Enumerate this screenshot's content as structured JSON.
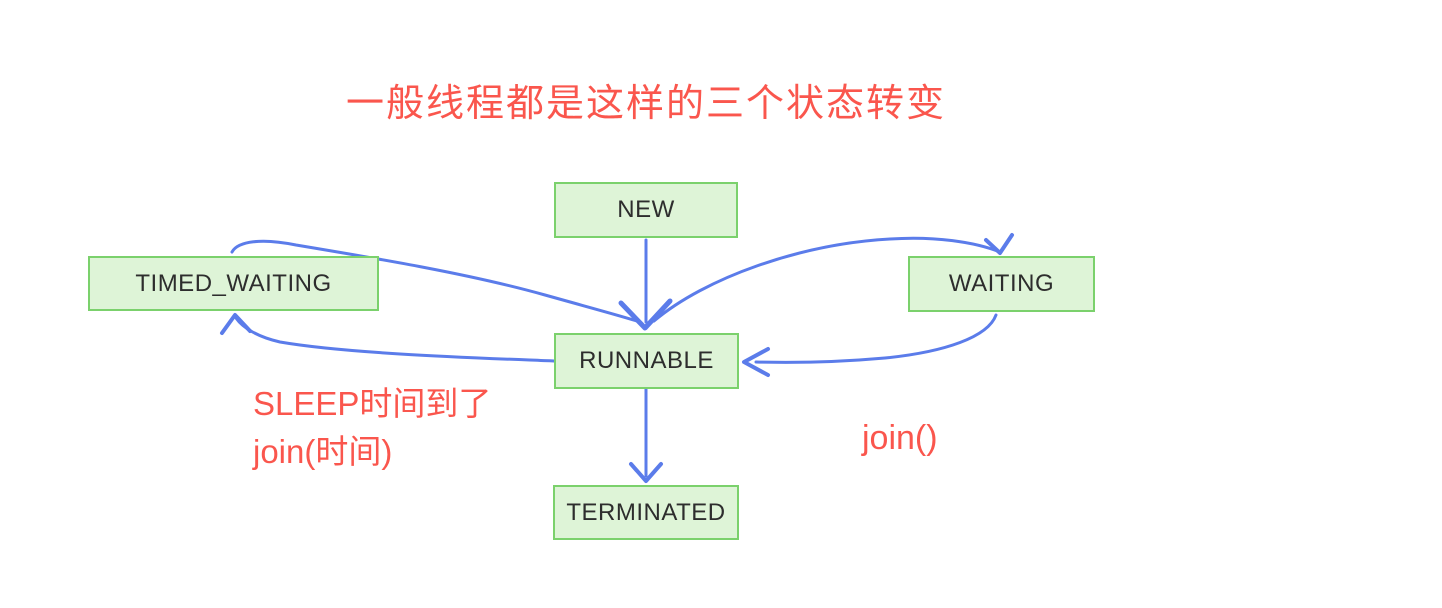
{
  "title": "一般线程都是这样的三个状态转变",
  "nodes": {
    "new": {
      "label": "NEW"
    },
    "timed_waiting": {
      "label": "TIMED_WAITING"
    },
    "waiting": {
      "label": "WAITING"
    },
    "runnable": {
      "label": "RUNNABLE"
    },
    "terminated": {
      "label": "TERMINATED"
    }
  },
  "edges": [
    {
      "from": "NEW",
      "to": "RUNNABLE"
    },
    {
      "from": "TIMED_WAITING",
      "to": "RUNNABLE"
    },
    {
      "from": "RUNNABLE",
      "to": "TIMED_WAITING"
    },
    {
      "from": "RUNNABLE",
      "to": "WAITING"
    },
    {
      "from": "WAITING",
      "to": "RUNNABLE"
    },
    {
      "from": "RUNNABLE",
      "to": "TERMINATED"
    }
  ],
  "edge_labels": {
    "sleep_done": "SLEEP时间到了",
    "join_timed": "join(时间)",
    "join": "join()"
  },
  "colors": {
    "title_color": "#fa564d",
    "edge_label_color": "#fa564d",
    "arrow_color": "#5b7cea",
    "node_fill": "#def4d7",
    "node_border": "#7bd16c",
    "node_text": "#2d2d2d"
  }
}
